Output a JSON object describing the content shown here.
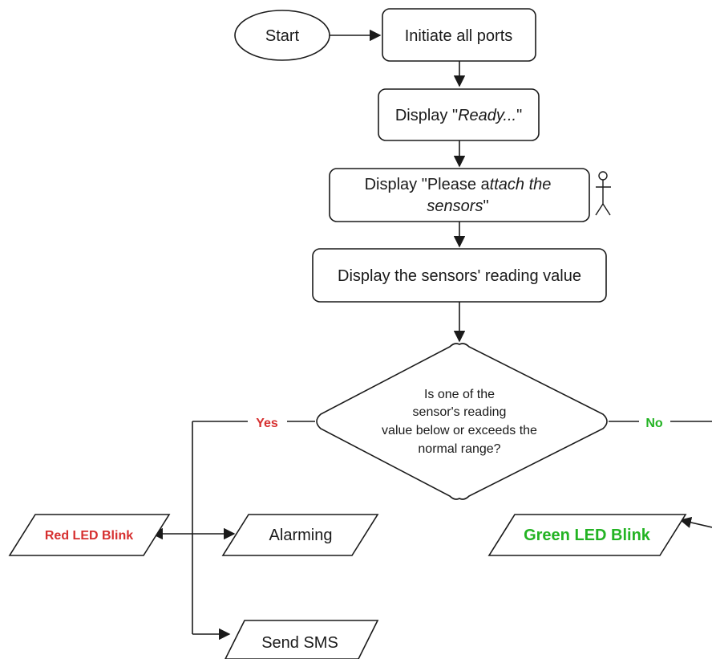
{
  "colors": {
    "yes": "#d62f2f",
    "no": "#23b323",
    "line": "#1a1a1a"
  },
  "nodes": {
    "start": "Start",
    "init": "Initiate all ports",
    "ready_prefix": "Display \"",
    "ready_em": "Ready...",
    "ready_suffix": "\"",
    "attach_line1_a": "Display \"Please a",
    "attach_line1_em": "ttach the",
    "attach_line2_em": "sensors",
    "attach_line2_b": "\"",
    "reading": "Display the sensors' reading value",
    "decision": [
      "Is one of the",
      "sensor's reading",
      "value below or exceeds the",
      "normal range?"
    ],
    "red_led": "Red LED Blink",
    "alarming": "Alarming",
    "send_sms": "Send SMS",
    "green_led": "Green LED Blink"
  },
  "edges": {
    "yes": "Yes",
    "no": "No"
  },
  "icons": {
    "actor": "user-actor-icon"
  }
}
